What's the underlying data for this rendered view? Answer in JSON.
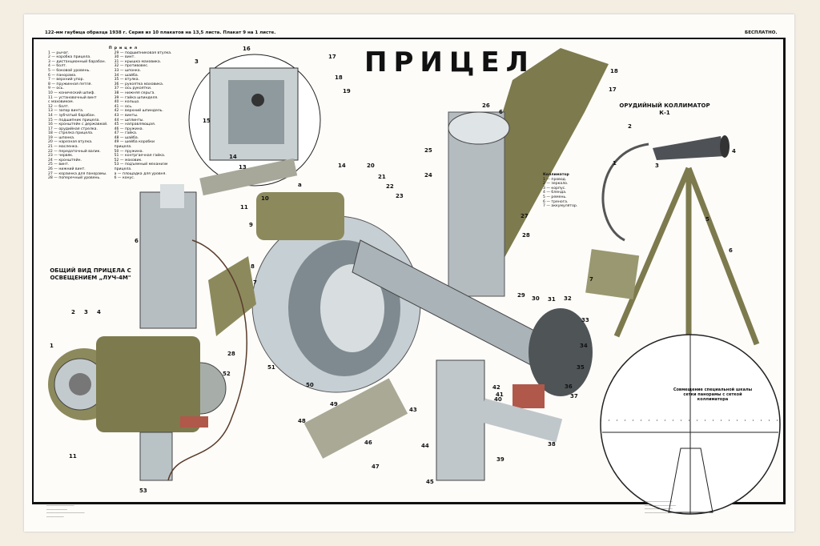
{
  "header": {
    "series": "122-мм гаубица образца 1938 г. Серия из 10 плакатов на 13,5 листа. Плакат 9 на 1 листе.",
    "price": "БЕСПЛАТНО."
  },
  "title": "ПРИЦЕЛ",
  "legend": {
    "heading": "Прицел",
    "col1": [
      "1 — рычаг.",
      "2 — коробка прицела.",
      "3 — дистанционный барабан.",
      "4 — болт.",
      "5 — боковой уровень.",
      "6 — панорама.",
      "7 — верхний упор.",
      "8 — пружинная петля.",
      "9 — ось.",
      "10 — конический шпиф.",
      "11 — установочный винт",
      "      с маховиком.",
      "12 — болт.",
      "13 — запор винта.",
      "14 — зубчатый барабан.",
      "15 — подшипник прицела.",
      "16 — кронштейн с державкой.",
      "17 — орудийная стрелка.",
      "18 — стрелка прицела.",
      "19 — шпонка.",
      "20 — нарезная втулка.",
      "21 — масленка.",
      "22 — передаточный валик.",
      "23 — червяк.",
      "24 — кронштейн.",
      "25 — винт.",
      "26 — нижний винт.",
      "27 — корзинка для панорамы.",
      "28 — поперечный уровень."
    ],
    "col2": [
      "29 — подшипниковая втулка.",
      "30 — винт.",
      "31 — крышка маховика.",
      "32 — противовес.",
      "33 — шпонка.",
      "34 — шайба.",
      "35 — втулка.",
      "36 — рукоятка маховика.",
      "37 — ось рукоятки.",
      "38 — нижняя серьга.",
      "39 — гайка шпинделя.",
      "40 — кольцо.",
      "41 — ось.",
      "42 — верхний шпиндель.",
      "43 — винты.",
      "44 — шплинты.",
      "45 — направляющая.",
      "46 — пружина.",
      "47 — гайка.",
      "48 — шайба.",
      "49 — шейба коробки",
      "      прицела.",
      "50 — пружина.",
      "51 — контргаечная гайка.",
      "52 — маховик.",
      "53 — подъемный механизм",
      "      прицела.",
      "а — площадка для уровня.",
      "б — конус."
    ]
  },
  "collimator_legend": {
    "heading": "Коллиматор",
    "items": [
      "1 — провод.",
      "2 — зеркало.",
      "3 — корпус.",
      "4 — бленда.",
      "5 — ремень.",
      "6 — тренога.",
      "7 — аккумулятор."
    ]
  },
  "captions": {
    "general_view": "ОБЩИЙ ВИД ПРИЦЕЛА С ОСВЕЩЕНИЕМ „ЛУЧ-4М\"",
    "collimator": "ОРУДИЙНЫЙ КОЛЛИМАТОР К-1",
    "alignment": "Совмещение специальной шкалы сетки панорамы с сеткой коллиматора"
  },
  "callouts": [
    "3",
    "16",
    "17",
    "18",
    "19",
    "15",
    "14",
    "13",
    "11",
    "а",
    "26",
    "6",
    "25",
    "24",
    "20",
    "21",
    "22",
    "23",
    "27",
    "28",
    "14",
    "10",
    "9",
    "8",
    "7",
    "29",
    "30",
    "31",
    "32",
    "33",
    "34",
    "35",
    "36",
    "37",
    "38",
    "39",
    "40",
    "41",
    "42",
    "43",
    "44",
    "45",
    "46",
    "47",
    "48",
    "49",
    "50",
    "51",
    "1",
    "2",
    "3",
    "4",
    "6",
    "28",
    "52",
    "53",
    "11",
    "17",
    "18",
    "2",
    "3",
    "4",
    "1",
    "5",
    "6",
    "7"
  ],
  "colors": {
    "olive": "#8c8a5c",
    "steel": "#b9c3c6",
    "red": "#b0584a",
    "paper": "#fdfcf9"
  }
}
